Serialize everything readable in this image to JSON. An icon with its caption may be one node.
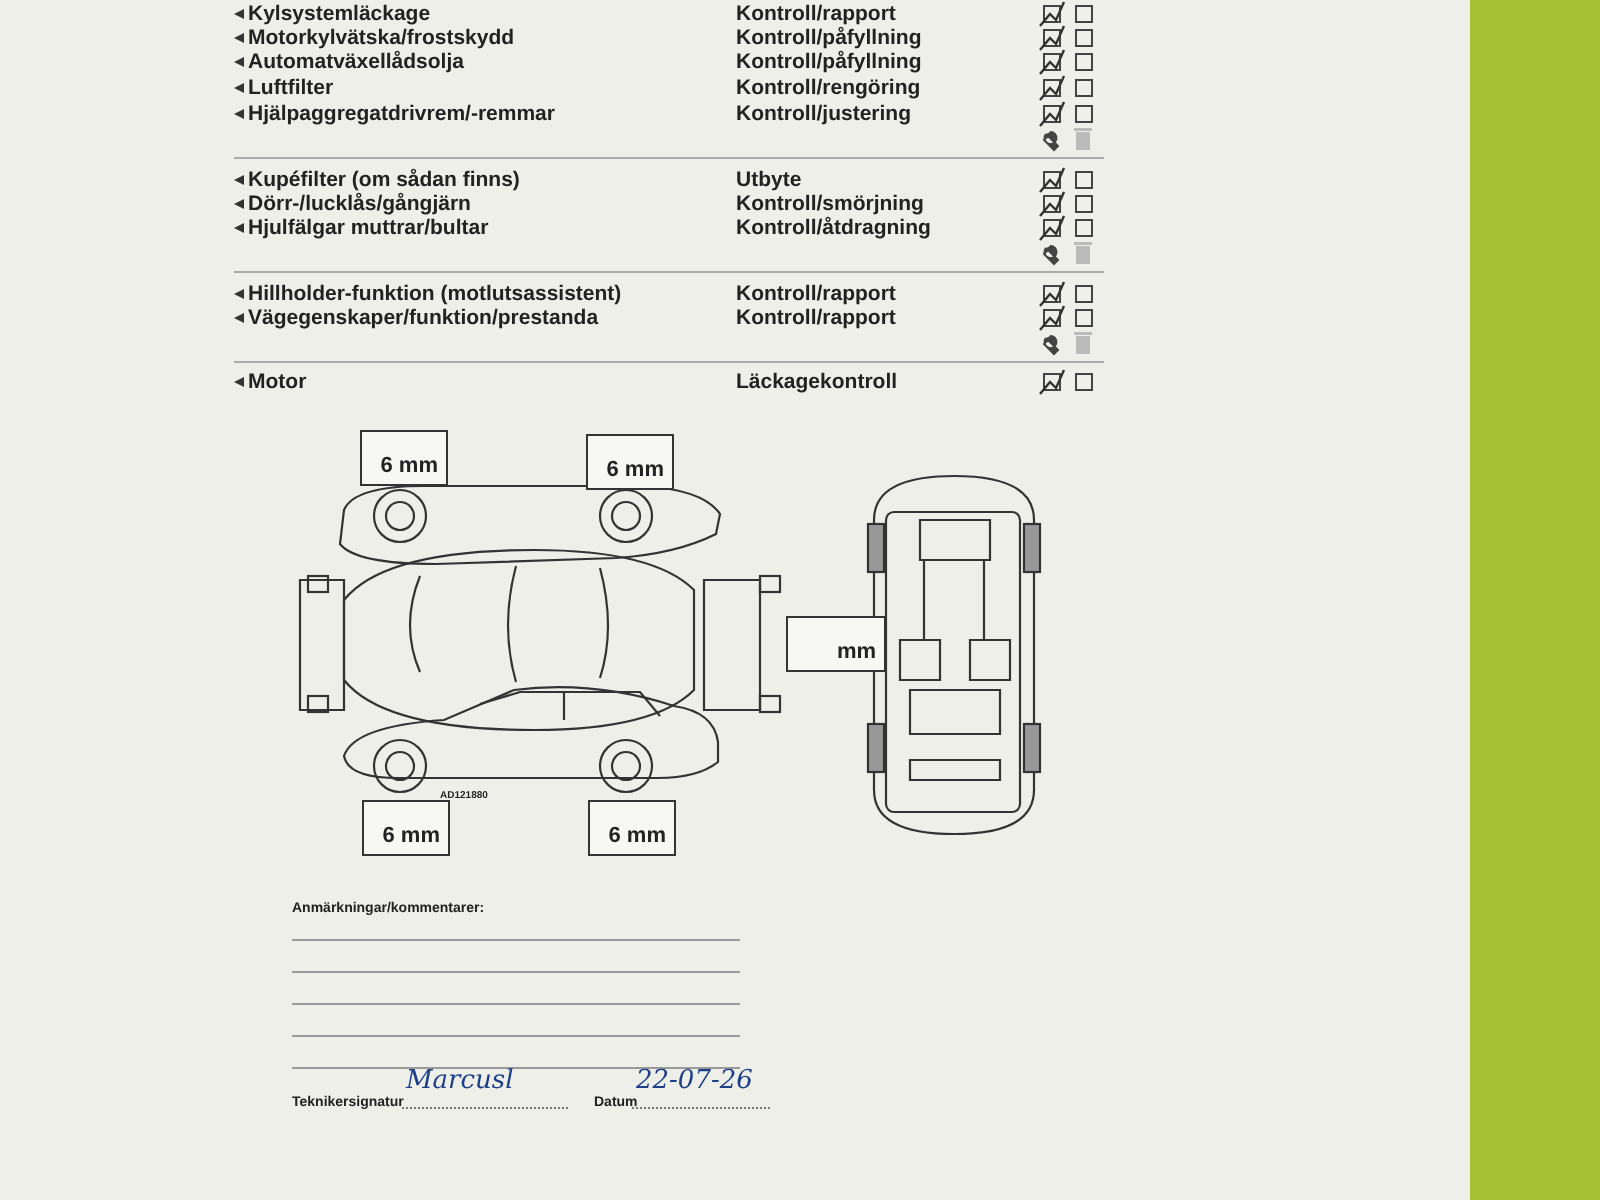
{
  "diagram": {
    "nodes": [
      {
        "text": [
          "6 mm"
        ]
      },
      {
        "text": [
          "6 mm"
        ]
      },
      {
        "text": [
          "mm"
        ]
      },
      {
        "text": [
          "6 mm"
        ]
      },
      {
        "text": [
          "6 mm"
        ]
      }
    ],
    "labels": [
      "Kylsystemläckage",
      "Kontroll/rapport",
      "Motorkylvätska/frostskydd",
      "Kontroll/påfyllning",
      "Automatväxellådsolja",
      "Kontroll/påfyllning",
      "Luftfilter",
      "Kontroll/rengöring",
      "Hjälpaggregatdrivrem/-remmar",
      "Kontroll/justering",
      "Kupéfilter (om sådan finns)",
      "Utbyte",
      "Dörr-/lucklås/gångjärn",
      "Kontroll/smörjning",
      "Hjulfälgar muttrar/bultar",
      "Kontroll/åtdragning",
      "Hillholder-funktion (motlutsassistent)",
      "Kontroll/rapport",
      "Vägegenskaper/funktion/prestanda",
      "Kontroll/rapport",
      "Motor",
      "Läckagekontroll",
      "AD121880",
      "Anmärkningar/kommentarer:",
      "Teknikersignatur",
      "Marcusl",
      "Datum",
      "22-07-26"
    ]
  }
}
